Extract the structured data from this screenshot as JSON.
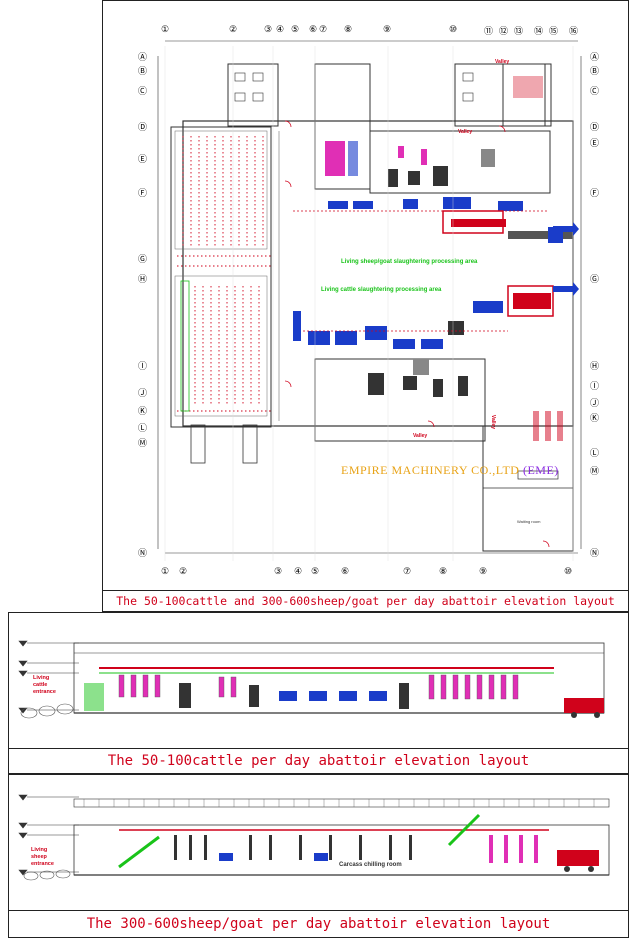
{
  "plan": {
    "caption": "The 50-100cattle and 300-600sheep/goat per day abattoir elevation layout",
    "watermark": {
      "main": "EMPIRE MACHINERY CO.,LTD",
      "suffix": "(EME)"
    },
    "grid_top": [
      "①",
      "②",
      "③",
      "④",
      "⑤",
      "⑥",
      "⑦",
      "⑧",
      "⑨",
      "⑩",
      "⑪",
      "⑫",
      "⑬",
      "⑭",
      "⑮",
      "⑯"
    ],
    "grid_bottom": [
      "①",
      "②",
      "③",
      "④",
      "⑤",
      "⑥",
      "⑦",
      "⑧",
      "⑨",
      "⑩"
    ],
    "grid_left": [
      "Ⓐ",
      "Ⓑ",
      "Ⓒ",
      "Ⓓ",
      "Ⓔ",
      "Ⓕ",
      "Ⓖ",
      "Ⓗ",
      "Ⓘ",
      "Ⓙ",
      "Ⓚ",
      "Ⓛ",
      "Ⓜ",
      "Ⓝ"
    ],
    "grid_right": [
      "Ⓐ",
      "Ⓑ",
      "Ⓒ",
      "Ⓓ",
      "Ⓔ",
      "Ⓕ",
      "Ⓖ",
      "Ⓗ",
      "Ⓘ",
      "Ⓙ",
      "Ⓚ",
      "Ⓛ",
      "Ⓜ",
      "Ⓝ"
    ],
    "labels": {
      "sheep_area": "Living sheep/goat slaughtering processing area",
      "cattle_area": "Living cattle slaughtering processing area",
      "valley_1": "Valley",
      "valley_2": "Valley",
      "valley_3": "Valley",
      "valley_4": "Valley",
      "waiting_room": "Waiting room"
    }
  },
  "cattle_elevation": {
    "caption": "The 50-100cattle per day abattoir elevation layout",
    "entrance_label": "Living cattle entrance"
  },
  "sheep_elevation": {
    "caption": "The 300-600sheep/goat per day abattoir elevation layout",
    "entrance_label": "Living sheep entrance",
    "carcass_label": "Carcass chilling room"
  },
  "colors": {
    "caption": "#d0021b",
    "watermark": "#e8a317",
    "watermark_suffix": "#8a2be2",
    "green_label": "#19c319",
    "blue_equipment": "#1a3cc9",
    "red_equipment": "#d0021b",
    "pink_equipment": "#e02fb5"
  }
}
